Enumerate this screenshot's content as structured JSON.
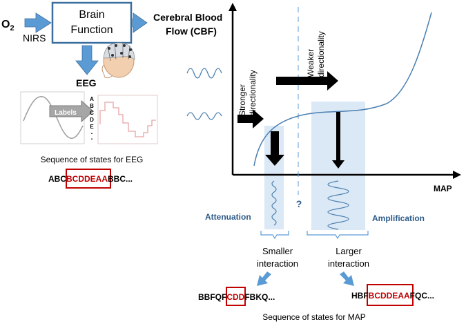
{
  "left": {
    "o2_label": "O",
    "o2_sub": "2",
    "nirs_label": "NIRS",
    "brain_box_line1": "Brain",
    "brain_box_line2": "Function",
    "cbf_line1": "Cerebral Blood",
    "cbf_line2": "Flow (CBF)",
    "eeg_label": "EEG",
    "labels_arrow_text": "Labels",
    "state_letters": [
      "A",
      "B",
      "C",
      "D",
      "E"
    ],
    "dots": ".",
    "eeg_sequence_caption": "Sequence of states for EEG",
    "eeg_seq_prefix": "ABC",
    "eeg_seq_highlight": "BCDDEAA",
    "eeg_seq_suffix": "BBC..."
  },
  "graph": {
    "stronger_line1": "Stronger",
    "stronger_line2": "directionality",
    "weaker_line1": "Weaker",
    "weaker_line2": "directionality",
    "x_axis_label": "MAP",
    "question_mark": "?",
    "attenuation_label": "Attenuation",
    "amplification_label": "Amplification",
    "smaller_line1": "Smaller",
    "smaller_line2": "interaction",
    "larger_line1": "Larger",
    "larger_line2": "interaction",
    "seq1_prefix": "BBFQF",
    "seq1_highlight": "CDD",
    "seq1_suffix": "FBKQ...",
    "seq2_prefix": "HBF",
    "seq2_highlight": "BCDDEAA",
    "seq2_suffix": "FQC...",
    "map_sequence_caption": "Sequence of states for MAP"
  },
  "colors": {
    "arrow_blue": "#5b9bd5",
    "band_blue": "#dbe8f5",
    "curve_blue": "#4a7fb0",
    "highlight_red": "#c00000",
    "label_navy": "#2e5c8a"
  }
}
